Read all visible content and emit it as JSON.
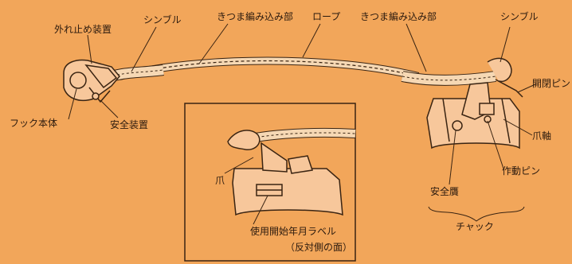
{
  "labels": {
    "hook_stopper": "外れ止め装置",
    "thimble_left": "シンブル",
    "splice_left": "きつま編み込み部",
    "rope": "ロープ",
    "splice_right": "きつま編み込み部",
    "thimble_right": "シンブル",
    "hook_body": "フック本体",
    "safety_device": "安全装置",
    "open_close_pin": "開閉ピン",
    "claw_axis": "爪軸",
    "operating_pin": "作動ピン",
    "safety_ring": "安全贋",
    "chuck": "チャック",
    "claw": "爪",
    "label_text": "使用開始年月ラベル",
    "opposite_side": "（反対側の面）"
  },
  "colors": {
    "background": "#f2a65a",
    "line": "#3a2412",
    "part_fill": "#f7c79b",
    "rope_fill": "#f6d8b4"
  }
}
